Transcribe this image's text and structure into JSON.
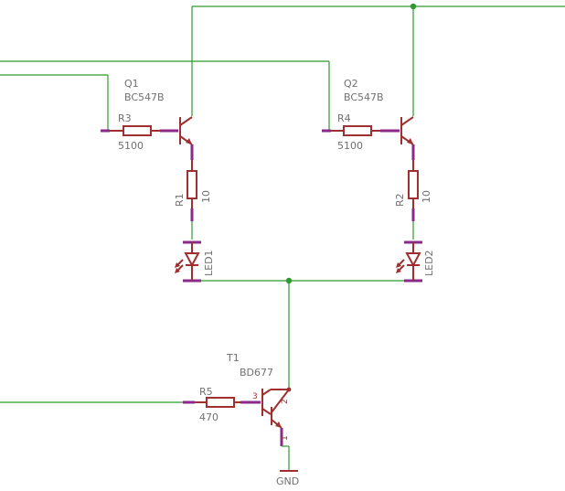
{
  "components": {
    "Q1": {
      "name": "Q1",
      "value": "BC547B"
    },
    "Q2": {
      "name": "Q2",
      "value": "BC547B"
    },
    "R3": {
      "name": "R3",
      "value": "5100"
    },
    "R4": {
      "name": "R4",
      "value": "5100"
    },
    "R1": {
      "name": "R1",
      "value": "10"
    },
    "R2": {
      "name": "R2",
      "value": "10"
    },
    "LED1": {
      "name": "LED1"
    },
    "LED2": {
      "name": "LED2"
    },
    "T1": {
      "name": "T1",
      "value": "BD677",
      "pin_b": "3",
      "pin_c": "2",
      "pin_e": "1"
    },
    "R5": {
      "name": "R5",
      "value": "470"
    },
    "GND": {
      "name": "GND"
    }
  },
  "colors": {
    "wire": "#2e9a2e",
    "part": "#a03030",
    "pin": "#8a2a8a",
    "label": "#707070"
  }
}
